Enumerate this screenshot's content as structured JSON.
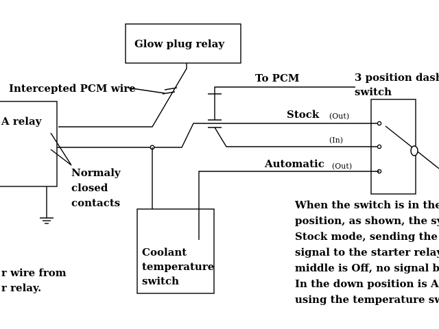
{
  "colors": {
    "ink": "#000000",
    "paper": "#ffffff"
  },
  "labels": {
    "glow_plug_relay": "Glow plug relay",
    "intercepted_pcm_wire": "Intercepted PCM wire",
    "to_pcm": "To PCM",
    "dash_switch_line1": "3 position dash",
    "dash_switch_line2": "switch",
    "relay": "A relay",
    "stock": "Stock",
    "stock_out": "(Out)",
    "middle_in": "(In)",
    "automatic": "Automatic",
    "automatic_out": "(Out)",
    "normaly_line1": "Normaly",
    "normaly_line2": "closed",
    "normaly_line3": "contacts",
    "coolant_line1": "Coolant",
    "coolant_line2": "temperature",
    "coolant_line3": "switch",
    "wire_from_line1": "r wire from",
    "wire_from_line2": "r relay."
  },
  "description_lines": [
    "When the switch is in the do",
    "position, as shown, the syste",
    "Stock mode, sending the PC",
    "signal to the starter relay.  I",
    "middle is Off, no signal bei",
    " In the down position is Au",
    "using the temperature switc"
  ]
}
